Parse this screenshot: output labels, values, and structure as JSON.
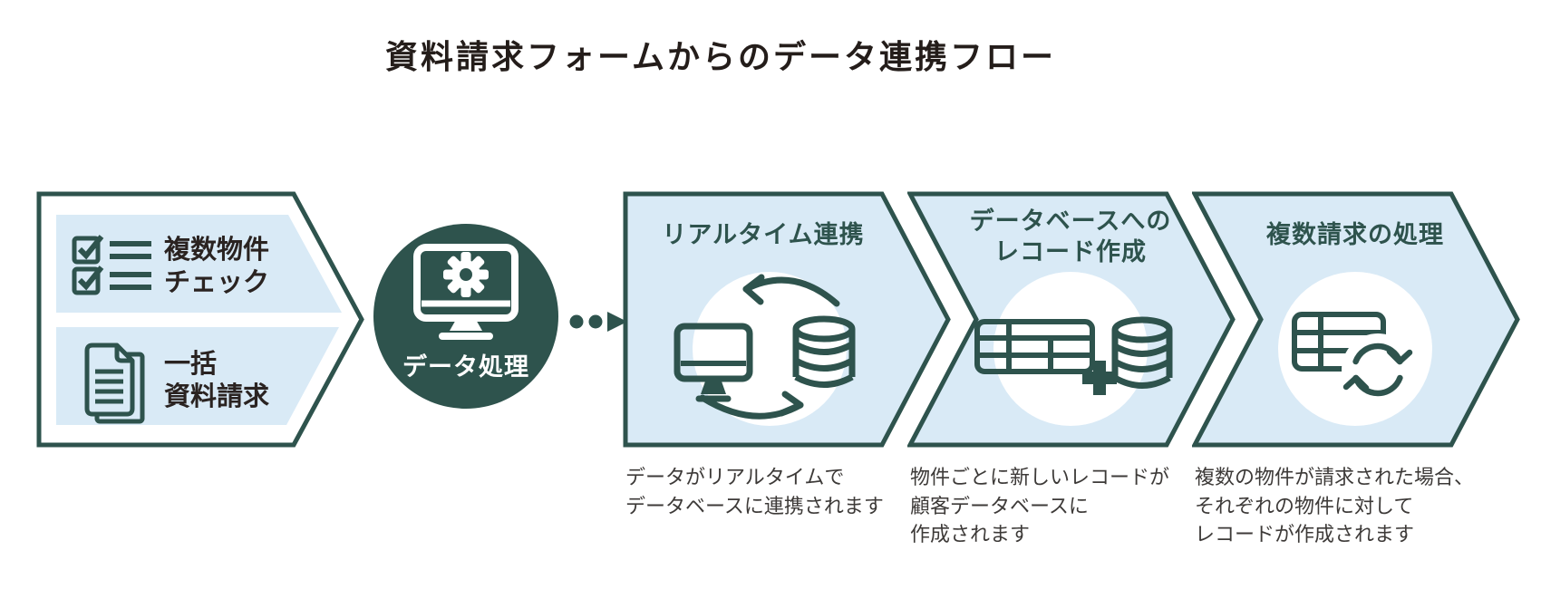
{
  "title": "資料請求フォームからのデータ連携フロー",
  "colors": {
    "teal": "#2e534d",
    "light_blue": "#d9eaf6",
    "heading_text": "#241d1a",
    "label_text": "#2a2321",
    "description_text": "#3d3a38",
    "white": "#ffffff"
  },
  "source_box": {
    "items": [
      {
        "icon": "checklist-icon",
        "lines": [
          "複数物件",
          "チェック"
        ]
      },
      {
        "icon": "documents-icon",
        "lines": [
          "一括",
          "資料請求"
        ]
      }
    ]
  },
  "process_circle": {
    "icon": "monitor-gear-icon",
    "label": "データ処理"
  },
  "flow_arrow": {
    "icon": "dotted-arrow-icon"
  },
  "steps": [
    {
      "title_lines": [
        "リアルタイム連携"
      ],
      "icon": "monitor-database-sync-icon",
      "description_lines": [
        "データがリアルタイムで",
        "データベースに連携されます"
      ]
    },
    {
      "title_lines": [
        "データベースへの",
        "レコード作成"
      ],
      "icon": "table-plus-database-icon",
      "description_lines": [
        "物件ごとに新しいレコードが",
        "顧客データベースに",
        "作成されます"
      ]
    },
    {
      "title_lines": [
        "複数請求の処理"
      ],
      "icon": "table-refresh-icon",
      "description_lines": [
        "複数の物件が請求された場合、",
        "それぞれの物件に対して",
        "レコードが作成されます"
      ]
    }
  ]
}
